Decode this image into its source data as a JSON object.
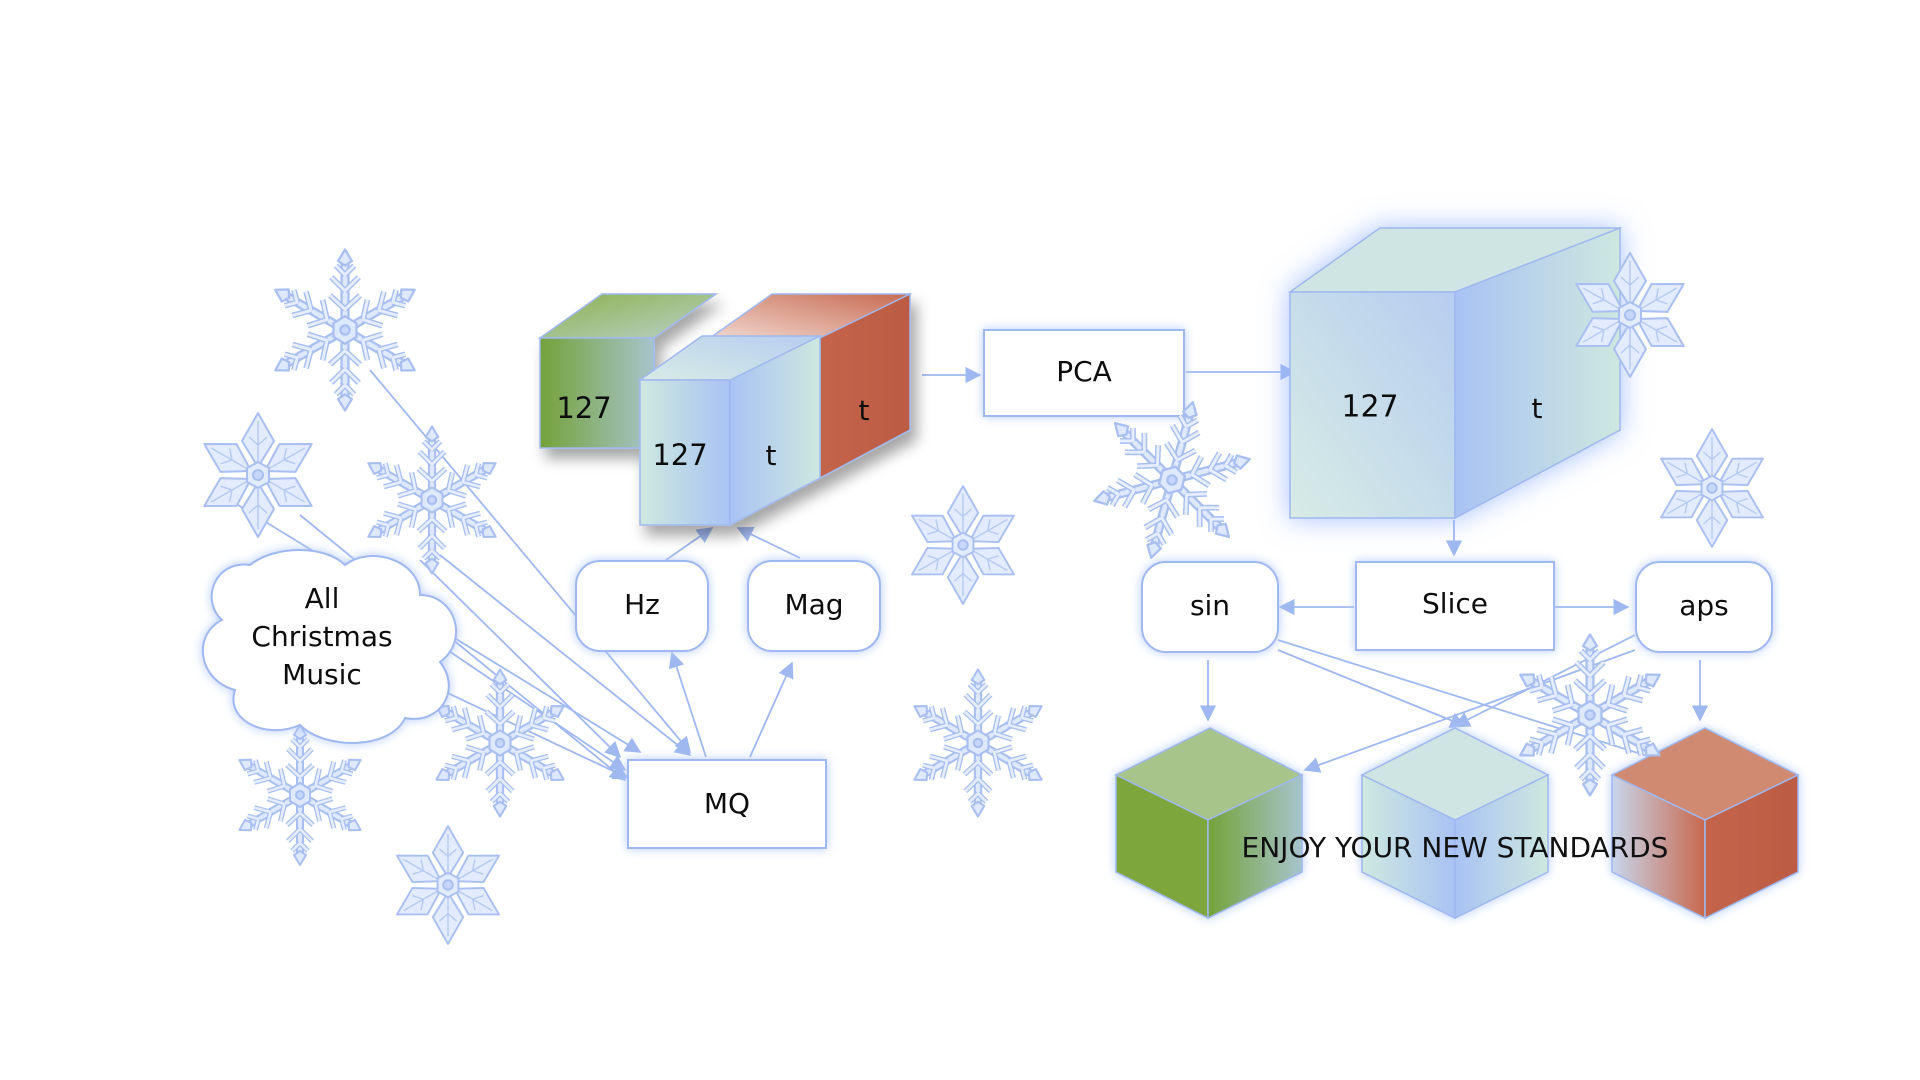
{
  "colors": {
    "stroke": "#9fb8ef",
    "glow": "#b7cbff",
    "green": "#7fa63e",
    "orange": "#c2654b",
    "cyan_light": "#cfe8e0",
    "blue_light": "#a9c2f4",
    "snow_fill": "#dfe9fd",
    "snow_stroke": "#a8bff0",
    "box_fill": "#ffffff"
  },
  "source": {
    "label_lines": [
      "All",
      "Christmas",
      "Music"
    ],
    "shape": "cloud"
  },
  "mq": {
    "label": "MQ"
  },
  "hz": {
    "label": "Hz"
  },
  "mag": {
    "label": "Mag"
  },
  "tensor_small": {
    "green_dim": "127",
    "middle_dim": "127",
    "middle_t": "t",
    "orange_t": "t"
  },
  "pca": {
    "label": "PCA"
  },
  "tensor_big": {
    "dim": "127",
    "t": "t"
  },
  "slice": {
    "label": "Slice"
  },
  "sin": {
    "label": "sin"
  },
  "aps": {
    "label": "aps"
  },
  "footer": {
    "message": "ENJOY YOUR NEW STANDARDS"
  },
  "icons": [
    "snowflake-icon",
    "snowflake-star-icon",
    "cloud-shape",
    "cube-icon"
  ]
}
